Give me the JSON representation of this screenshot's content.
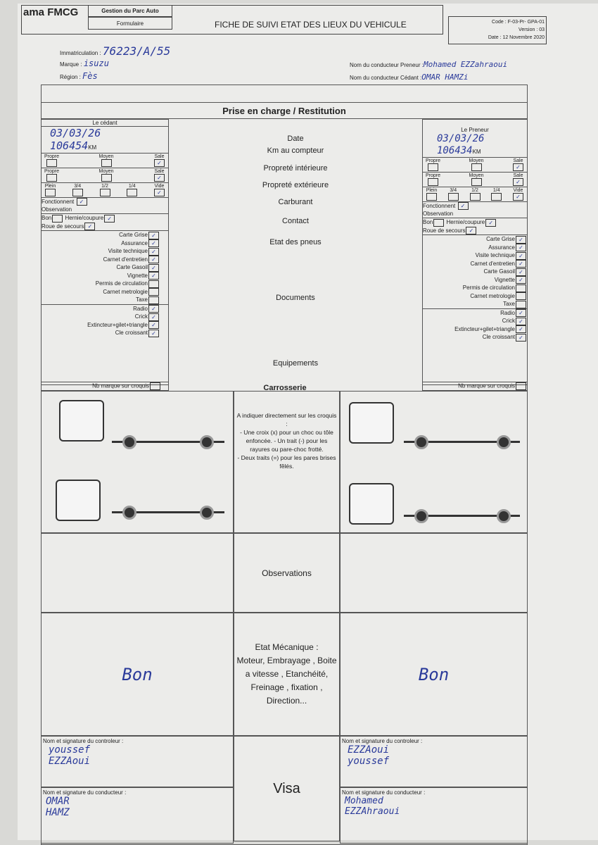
{
  "header": {
    "logo": "ama FMCG",
    "dept": "Gestion du Parc Auto",
    "doc_type": "Formulaire",
    "title": "FICHE DE SUIVI ETAT DES LIEUX DU VEHICULE",
    "code": "Code : F-03-Pr- GPA-01",
    "version": "Version : 03",
    "date": "Date : 12 Novembre 2020"
  },
  "vehicle": {
    "immat_label": "Immatriculation :",
    "immat": "76223/A/55",
    "marque_label": "Marque :",
    "marque": "isuzu",
    "region_label": "Région :",
    "region": "Fès",
    "preneur_label": "Nom du conducteur Preneur :",
    "preneur": "Mohamed EZZahraoui",
    "cedant_label": "Nom du conducteur Cédant :",
    "cedant": "OMAR HAMZi"
  },
  "table": {
    "title": "Prise en charge / Restitution",
    "cedant_header": "Le cédant",
    "preneur_header": "Le Preneur",
    "rows": {
      "date": "Date",
      "km": "Km au compteur",
      "prop_int": "Propreté intérieure",
      "prop_ext": "Propreté extérieure",
      "carburant": "Carburant",
      "contact": "Contact",
      "pneus": "Etat des pneus",
      "documents": "Documents",
      "equipements": "Equipements",
      "carrosserie": "Carrosserie"
    },
    "cedant": {
      "date": "03/03/26",
      "km": "106454",
      "km_unit": "KM"
    },
    "preneur": {
      "date": "03/03/26",
      "km": "106434",
      "km_unit": "KM"
    },
    "clean_opts": [
      "Propre",
      "Moyen",
      "Sale"
    ],
    "fuel_opts": [
      "Plein",
      "3/4",
      "1/2",
      "1/4",
      "Vide"
    ],
    "fonctionnent": "Fonctionnent",
    "observation": "Observation",
    "bon": "Bon",
    "hernie": "Hernie/coupure",
    "roue": "Roue de secours",
    "docs": [
      "Carte Grise",
      "Assurance",
      "Visite technique",
      "Carnet d'entretien",
      "Carte Gasoil",
      "Vignette",
      "Permis de circulation",
      "Carnet metrologie",
      "Taxe"
    ],
    "equip": [
      "Radio",
      "Crick",
      "Extincteur+gilet+triangle",
      "Cle croissant"
    ],
    "nb_marque": "Nb marque sur croquis",
    "croquis_note": "A indiquer directement sur les croquis :\n- Une croix (x) pour un choc ou tôle enfoncée. - Un trait (-) pour les rayures ou pare-choc frotté.\n- Deux traits (=) pour les pares brises fêlés.",
    "observations": "Observations",
    "mecanique": "Etat Mécanique :\nMoteur, Embrayage , Boite a vitesse , Etanchéité, Freinage , fixation , Direction...",
    "mecanique_cedant": "Bon",
    "mecanique_preneur": "Bon",
    "controleur_label": "Nom et signature du controleur :",
    "conducteur_label": "Nom et signature du conducteur :",
    "visa": "Visa",
    "controleur_cedant": "youssef EZZAoui",
    "controleur_preneur": "EZZAoui youssef",
    "conducteur_cedant": "OMAR HAMZ",
    "conducteur_preneur": "Mohamed EZZAhraoui"
  }
}
